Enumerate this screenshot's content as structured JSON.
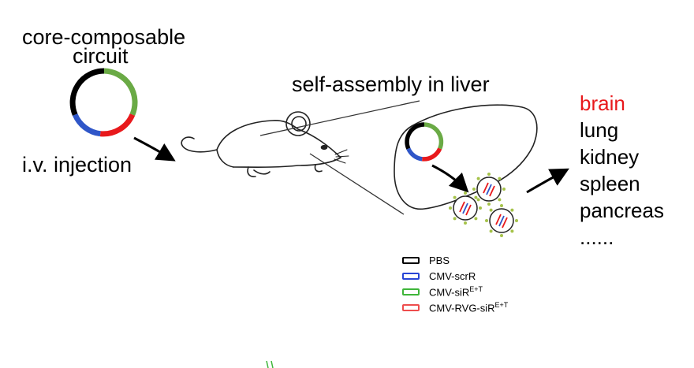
{
  "title": {
    "line1": "core-composable",
    "line2": "circuit"
  },
  "injection_label": "i.v. injection",
  "liver_label": "self-assembly in liver",
  "organs": [
    {
      "label": "brain",
      "color": "#e8191c"
    },
    {
      "label": "lung",
      "color": "#000000"
    },
    {
      "label": "kidney",
      "color": "#000000"
    },
    {
      "label": "spleen",
      "color": "#000000"
    },
    {
      "label": "pancreas",
      "color": "#000000"
    },
    {
      "label": "......",
      "color": "#000000"
    }
  ],
  "legend": [
    {
      "name": "PBS",
      "sup": "",
      "color": "#000000"
    },
    {
      "name": "CMV-scrR",
      "sup": "",
      "color": "#2845d6"
    },
    {
      "name": "CMV-siR",
      "sup": "E+T",
      "color": "#3fb53a"
    },
    {
      "name": "CMV-RVG-siR",
      "sup": "E+T",
      "color": "#ee4d4d"
    }
  ],
  "colors": {
    "black": "#000000",
    "blue": "#2f56c8",
    "green": "#6aaa45",
    "red": "#e8191c",
    "vesicle_dots": "#a6c34a"
  }
}
